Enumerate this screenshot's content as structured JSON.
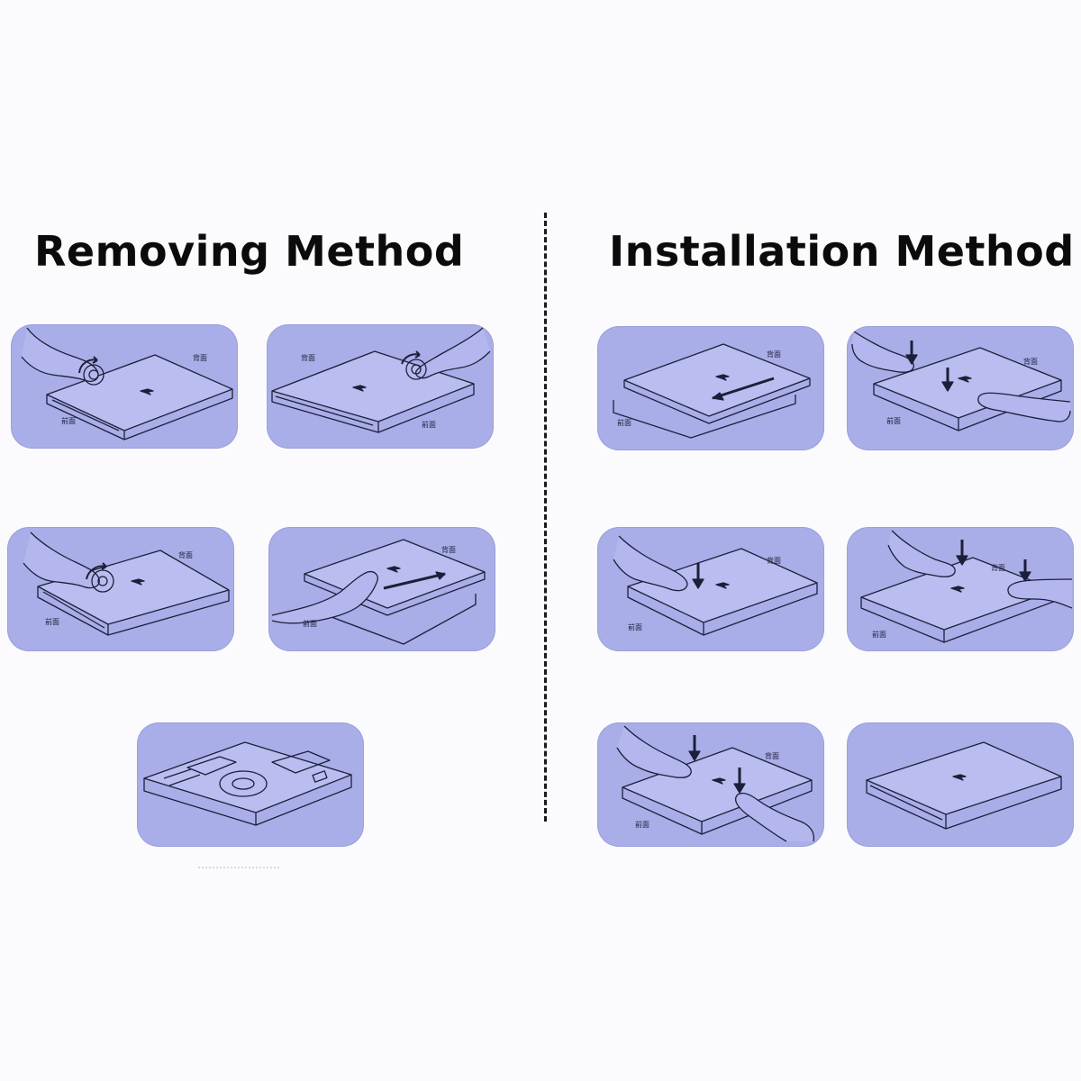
{
  "sections": {
    "removing": {
      "title": "Removing Method"
    },
    "installation": {
      "title": "Installation Method"
    }
  },
  "panel_labels": {
    "back": "背面",
    "front": "前面"
  },
  "colors": {
    "panel_fill": "#a9aee8",
    "line": "#1d1f3a",
    "heading": "#0b0b0b"
  }
}
